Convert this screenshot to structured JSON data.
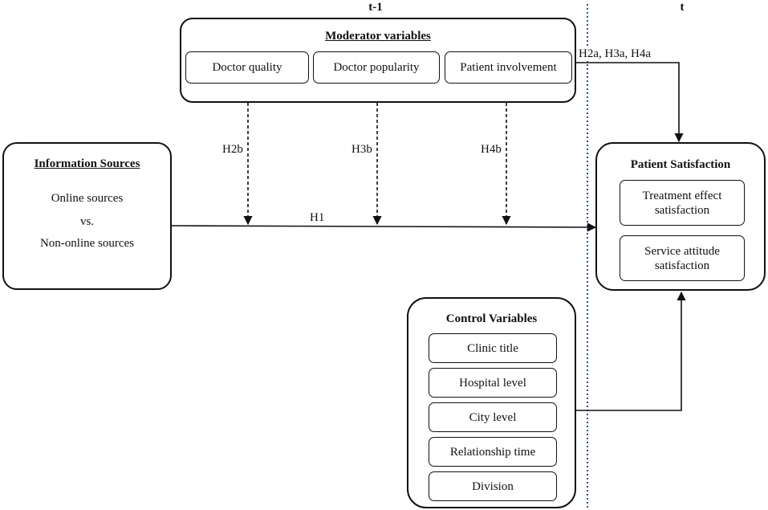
{
  "time_labels": {
    "before": "t-1",
    "after": "t"
  },
  "moderator": {
    "title": "Moderator variables",
    "items": [
      "Doctor quality",
      "Doctor popularity",
      "Patient involvement"
    ]
  },
  "info_sources": {
    "title": "Information Sources",
    "line1": "Online sources",
    "line2": "vs.",
    "line3": "Non-online sources"
  },
  "satisfaction": {
    "title": "Patient Satisfaction",
    "items": [
      "Treatment effect satisfaction",
      "Service attitude satisfaction"
    ]
  },
  "controls": {
    "title": "Control Variables",
    "items": [
      "Clinic title",
      "Hospital level",
      "City level",
      "Relationship time",
      "Division"
    ]
  },
  "hypotheses": {
    "h1": "H1",
    "h2b": "H2b",
    "h3b": "H3b",
    "h4b": "H4b",
    "h2a_h3a_h4a": "H2a, H3a, H4a"
  },
  "colors": {
    "divider": "#2b4fb8",
    "stroke": "#111111"
  }
}
